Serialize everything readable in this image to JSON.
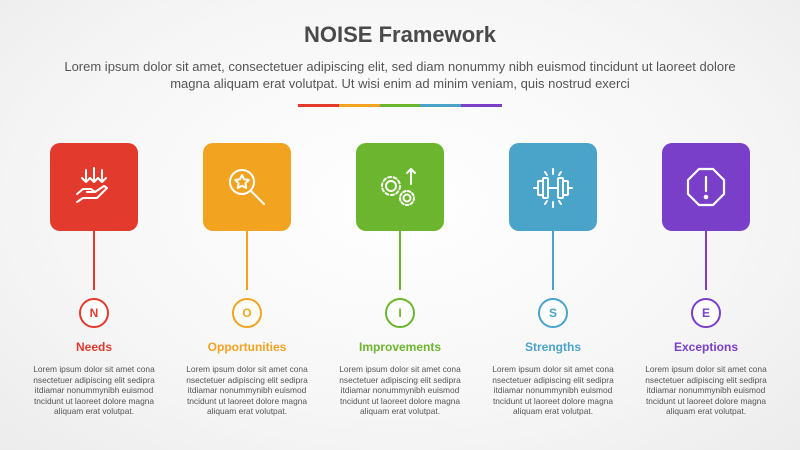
{
  "title": "NOISE Framework",
  "subtitle": "Lorem ipsum dolor sit amet, consectetuer adipiscing elit, sed diam nonummy nibh euismod tincidunt ut laoreet dolore magna aliquam erat volutpat. Ut wisi enim ad minim veniam, quis nostrud exerci",
  "divider_colors": [
    "#e23b2e",
    "#f2a31f",
    "#6cb52e",
    "#4aa3c8",
    "#7a3fc9"
  ],
  "items": [
    {
      "letter": "N",
      "label": "Needs",
      "color": "#e23b2e",
      "icon": "hand-arrows-down-icon",
      "desc": "Lorem ipsum dolor sit amet cona nsectetuer adipiscing elit sedipra itdiamar nonummynibh euismod tncidunt ut laoreet dolore magna aliquam erat volutpat."
    },
    {
      "letter": "O",
      "label": "Opportunities",
      "color": "#f2a31f",
      "icon": "magnifier-star-icon",
      "desc": "Lorem ipsum dolor sit amet cona nsectetuer adipiscing elit sedipra itdiamar nonummynibh euismod tncidunt ut laoreet dolore magna aliquam erat volutpat."
    },
    {
      "letter": "I",
      "label": "Improvements",
      "color": "#6cb52e",
      "icon": "gears-arrow-up-icon",
      "desc": "Lorem ipsum dolor sit amet cona nsectetuer adipiscing elit sedipra itdiamar nonummynibh euismod tncidunt ut laoreet dolore magna aliquam erat volutpat."
    },
    {
      "letter": "S",
      "label": "Strengths",
      "color": "#4aa3c8",
      "icon": "dumbbell-icon",
      "desc": "Lorem ipsum dolor sit amet cona nsectetuer adipiscing elit sedipra itdiamar nonummynibh euismod tncidunt ut laoreet dolore magna aliquam erat volutpat."
    },
    {
      "letter": "E",
      "label": "Exceptions",
      "color": "#7a3fc9",
      "icon": "exclamation-octagon-icon",
      "desc": "Lorem ipsum dolor sit amet cona nsectetuer adipiscing elit sedipra itdiamar nonummynibh euismod tncidunt ut laoreet dolore magna aliquam erat volutpat."
    }
  ]
}
